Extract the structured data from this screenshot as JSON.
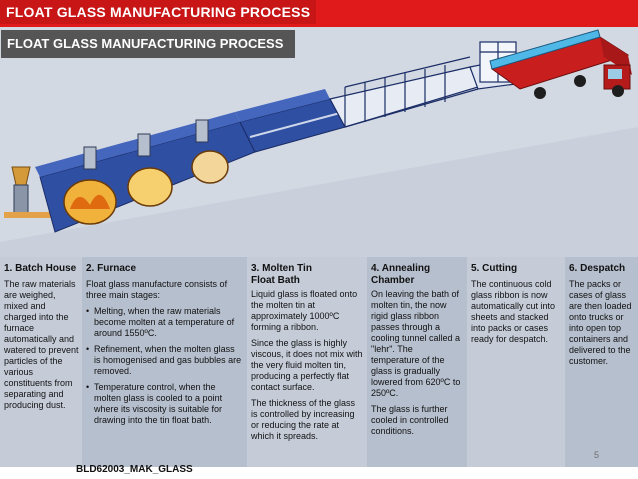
{
  "header": {
    "top_title": "FLOAT  GLASS MANUFACTURING  PROCESS",
    "sub_title": "FLOAT  GLASS MANUFACTURING  PROCESS"
  },
  "stages": [
    {
      "title": "1. Batch House",
      "paragraphs": [
        "The raw materials are weighed, mixed and charged into the furnace automatically and watered to prevent particles of the various constituents from separating and producing dust."
      ],
      "bullets": []
    },
    {
      "title": "2. Furnace",
      "paragraphs": [
        "Float glass manufacture consists of three main stages:"
      ],
      "bullets": [
        "Melting, when the raw materials become molten at a temperature of around 1550ºC.",
        "Refinement, when the molten glass is homogenised and gas bubbles are removed.",
        "Temperature control, when the molten glass is cooled to a point where its viscosity is suitable for drawing into the tin float bath."
      ]
    },
    {
      "title": "3. Molten Tin\n   Float Bath",
      "paragraphs": [
        "Liquid glass is floated onto the molten tin at approximately 1000ºC forming a ribbon.",
        "Since the glass is highly viscous, it does not mix with the very fluid molten tin, producing a perfectly flat contact surface.",
        "The thickness of the glass is controlled by increasing or reducing the rate at which it spreads."
      ],
      "bullets": []
    },
    {
      "title": "4. Annealing\n    Chamber",
      "paragraphs": [
        "On leaving the bath of molten tin, the now rigid glass ribbon passes through a cooling tunnel called a \"lehr\". The temperature of the glass is gradually lowered from 620ºC to 250ºC.",
        "The glass is further cooled in controlled conditions."
      ],
      "bullets": []
    },
    {
      "title": "5. Cutting",
      "paragraphs": [
        "The continuous cold glass ribbon is now automatically cut into sheets and stacked into packs or cases ready for despatch."
      ],
      "bullets": []
    },
    {
      "title": "6. Despatch",
      "paragraphs": [
        "The packs or cases of glass are then loaded onto trucks or into open top containers and delivered to the customer."
      ],
      "bullets": []
    }
  ],
  "footer": {
    "code": "BLD62003_MAK_GLASS",
    "page_number": "5"
  },
  "colors": {
    "accent_red": "#e0191b",
    "sub_label_bg": "#555555",
    "illustration_bg": "#d3d9e3",
    "machine_blue": "#2f4fa3",
    "truck_red": "#c81e1e",
    "glass_cyan": "#4fb8e6"
  }
}
